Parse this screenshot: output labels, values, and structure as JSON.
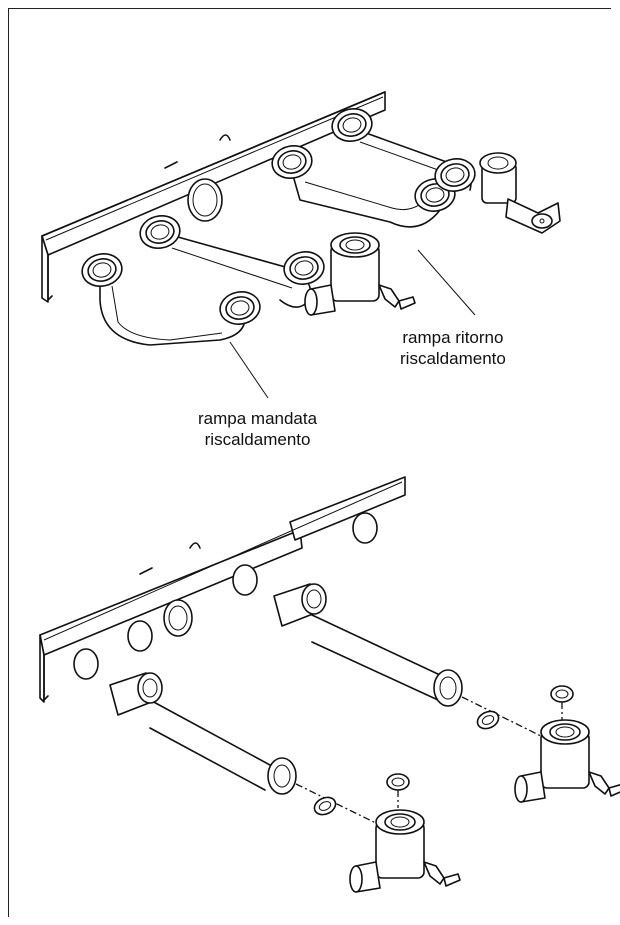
{
  "labels": {
    "ritorno_line1": "rampa ritorno",
    "ritorno_line2": "riscaldamento",
    "mandata_line1": "rampa mandata",
    "mandata_line2": "riscaldamento"
  }
}
